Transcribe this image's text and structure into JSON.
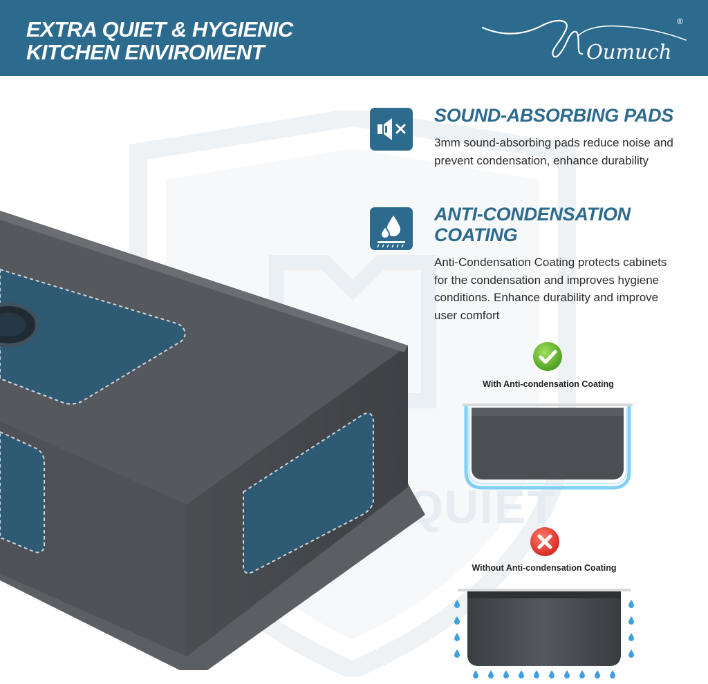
{
  "header": {
    "title_line1": "EXTRA QUIET & HYGIENIC",
    "title_line2": "KITCHEN ENVIROMENT",
    "brand": "Oumuch",
    "registered_mark": "®"
  },
  "watermark": {
    "word": "QUIET"
  },
  "features": [
    {
      "icon": "speaker-mute-icon",
      "title": "SOUND-ABSORBING PADS",
      "description_line1": "3mm sound-absorbing pads reduce noise and",
      "description_line2": "prevent condensation, enhance durability"
    },
    {
      "icon": "water-drops-icon",
      "title_line1": "ANTI-CONDENSATION",
      "title_line2": "COATING",
      "description_line1": "Anti-Condensation Coating protects cabinets",
      "description_line2": "for the condensation and improves hygiene",
      "description_line3": "conditions. Enhance durability and improve",
      "description_line4": "user comfort"
    }
  ],
  "comparison": {
    "with_label": "With Anti-condensation Coating",
    "without_label": "Without Anti-condensation Coating"
  },
  "colors": {
    "brand_blue": "#2c6a8e",
    "pad_blue": "#2e5a73",
    "sink_gray": "#55585c",
    "check_green": "#5fb32a",
    "cross_red": "#e4332b",
    "drop_blue": "#3f9fe0"
  }
}
